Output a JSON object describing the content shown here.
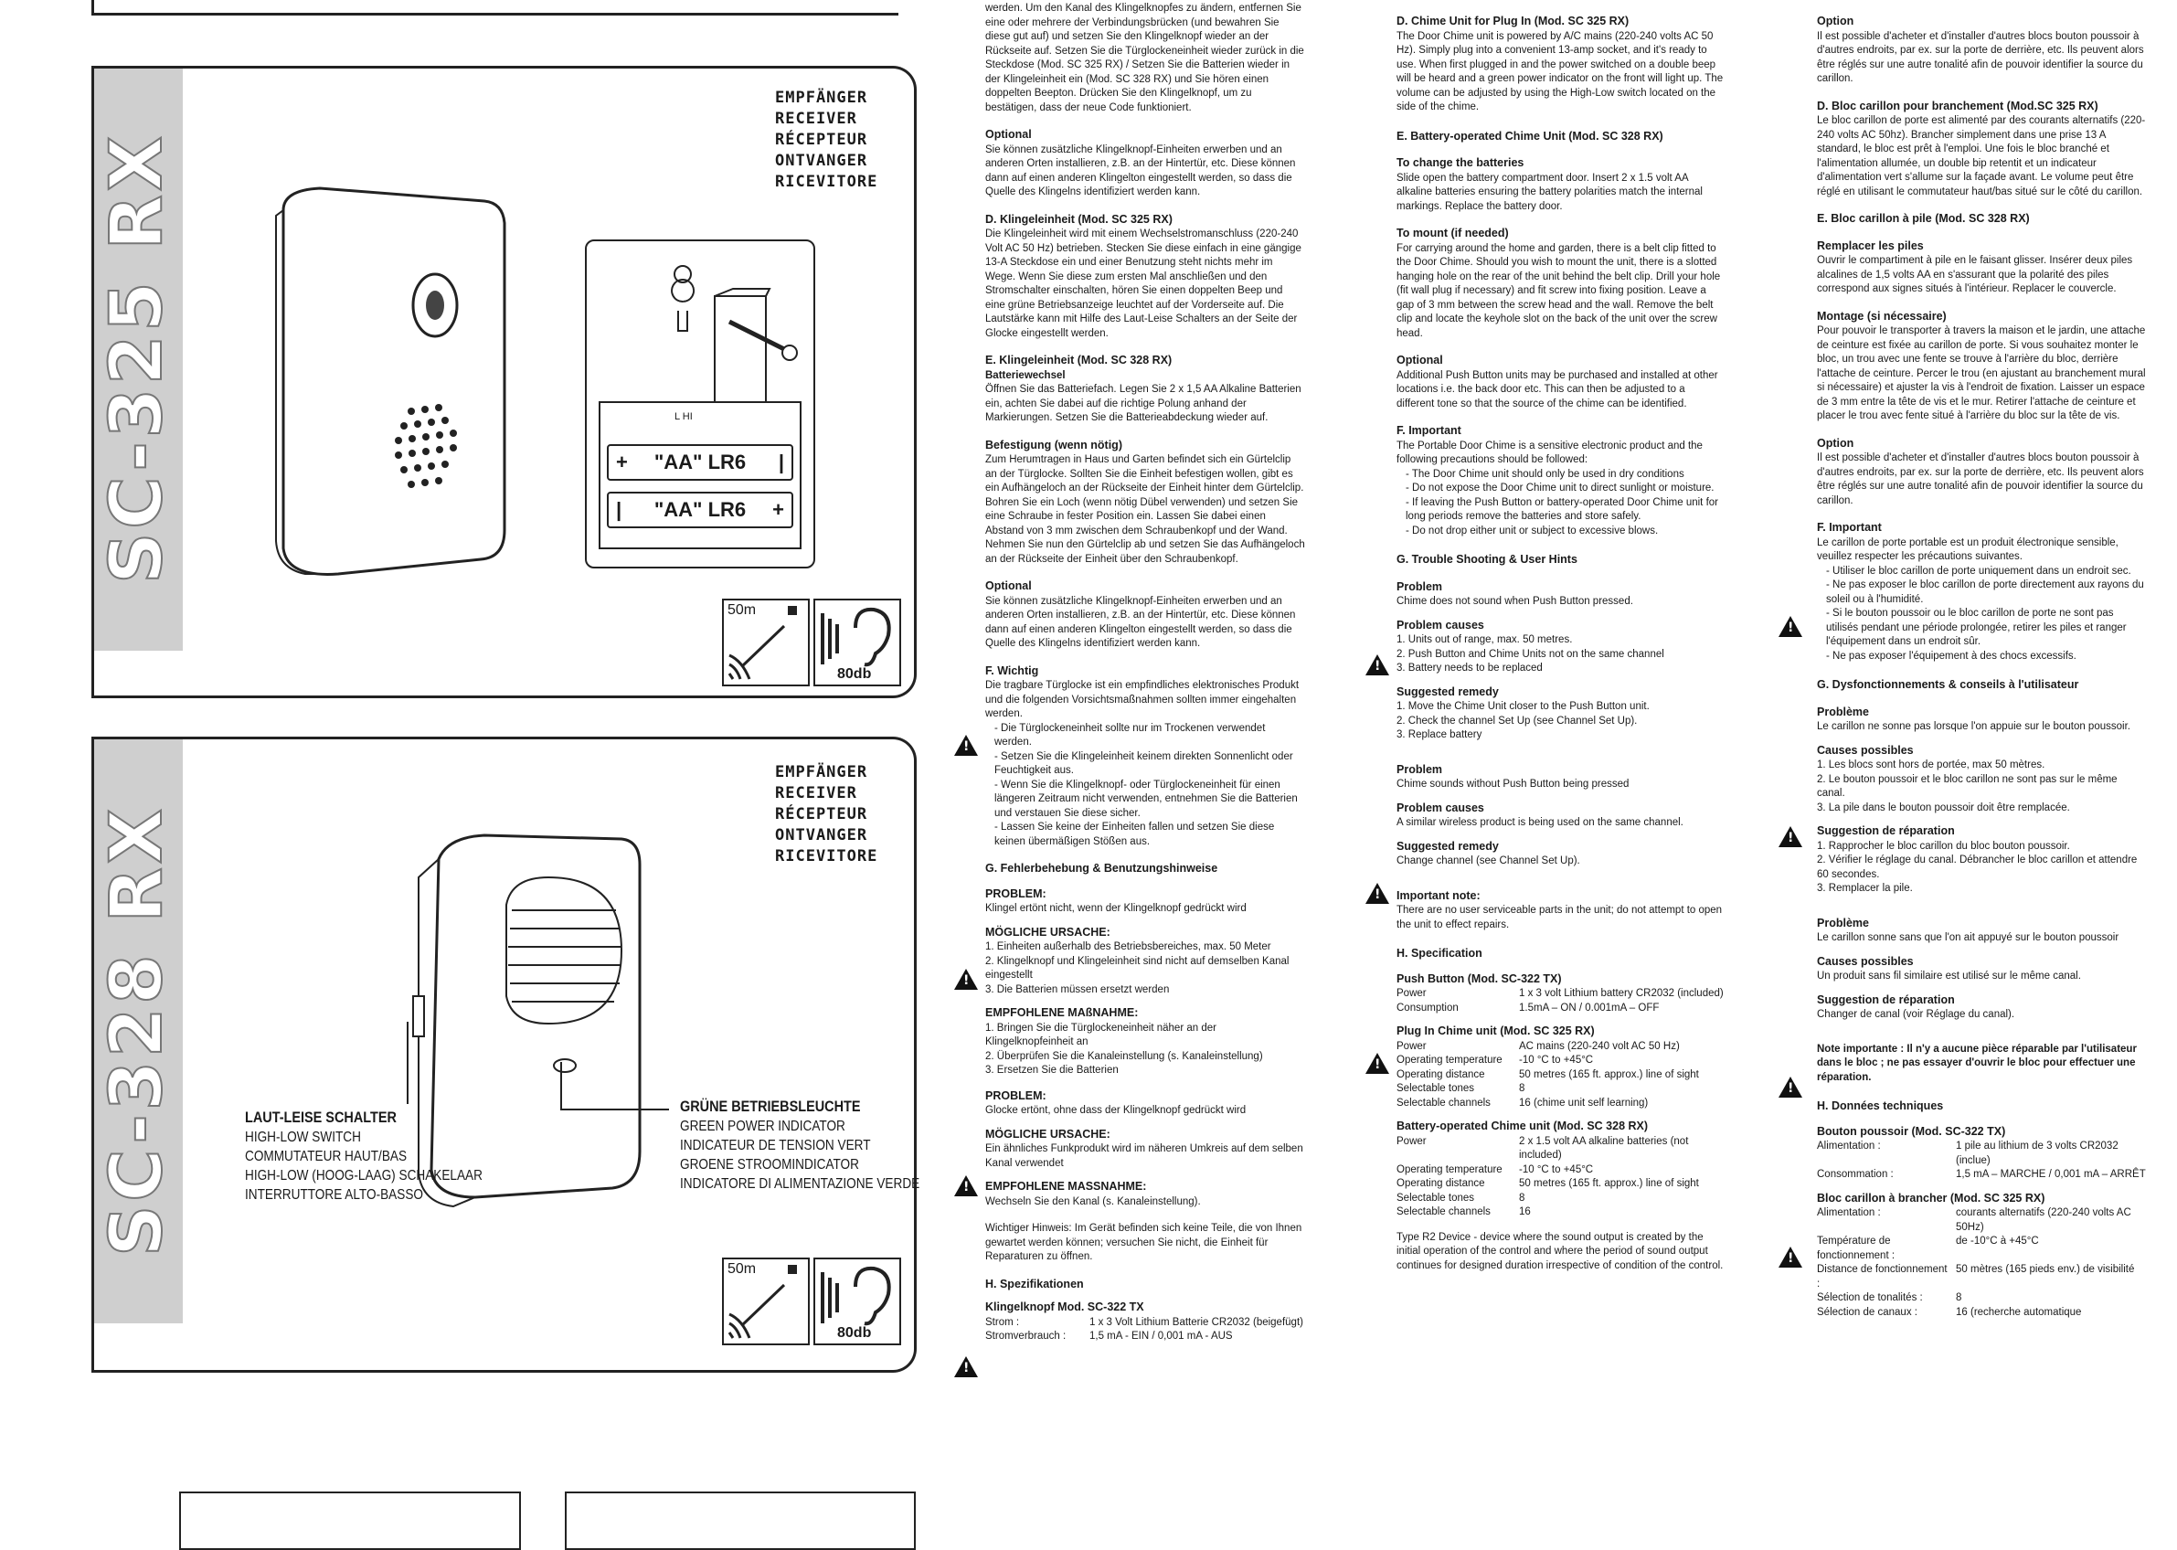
{
  "panels": [
    {
      "model_label": "SC-325 RX",
      "receiver_labels": [
        "EMPFÄNGER",
        "RECEIVER",
        "RÉCEPTEUR",
        "ONTVANGER",
        "RICEVITORE"
      ],
      "battery_labels": [
        "\"AA\" LR6",
        "\"AA\" LR6"
      ],
      "switch_text": "L    HI",
      "range": "50m",
      "volume": "80db"
    },
    {
      "model_label": "SC-328 RX",
      "receiver_labels": [
        "EMPFÄNGER",
        "RECEIVER",
        "RÉCEPTEUR",
        "ONTVANGER",
        "RICEVITORE"
      ],
      "switch_callout": [
        "LAUT-LEISE SCHALTER",
        "HIGH-LOW SWITCH",
        "COMMUTATEUR HAUT/BAS",
        "HIGH-LOW (HOOG-LAAG) SCHAKELAAR",
        "INTERRUTTORE ALTO-BASSO"
      ],
      "led_callout": [
        "GRÜNE BETRIEBSLEUCHTE",
        "GREEN POWER INDICATOR",
        "INDICATEUR DE TENSION VERT",
        "GROENE STROOMINDICATOR",
        "INDICATORE DI ALIMENTAZIONE VERDE"
      ],
      "range": "50m",
      "volume": "80db"
    }
  ],
  "german": {
    "intro": "werden. Um den Kanal des Klingelknopfes zu ändern, entfernen Sie eine oder mehrere der Verbindungsbrücken (und bewahren Sie diese gut auf) und setzen Sie den Klingelknopf wieder an der Rückseite auf. Setzen Sie die Türglockeneinheit wieder zurück in die Steckdose (Mod. SC 325 RX) / Setzen Sie die Batterien wieder in der Klingeleinheit ein (Mod. SC 328 RX) und Sie hören einen doppelten Beepton. Drücken Sie den Klingelknopf, um zu bestätigen, dass der neue Code funktioniert.",
    "optional1_h": "Optional",
    "optional1": "Sie können zusätzliche Klingelknopf-Einheiten erwerben und an anderen Orten installieren, z.B. an der Hintertür, etc. Diese können dann auf einen anderen Klingelton eingestellt werden, so dass die Quelle des Klingelns identifiziert werden kann.",
    "d_h": "D. Klingeleinheit (Mod. SC 325 RX)",
    "d": "Die Klingeleinheit wird mit einem Wechselstromanschluss (220-240 Volt AC 50 Hz) betrieben. Stecken Sie diese einfach in eine gängige 13-A Steckdose ein und einer Benutzung steht nichts mehr im Wege. Wenn Sie diese zum ersten Mal anschließen und den Stromschalter einschalten, hören Sie einen doppelten Beep und eine grüne Betriebsanzeige leuchtet auf der Vorderseite auf. Die Lautstärke kann mit Hilfe des Laut-Leise Schalters an der Seite der Glocke eingestellt werden.",
    "e_h": "E. Klingeleinheit (Mod. SC 328 RX)",
    "e_sub": "Batteriewechsel",
    "e": "Öffnen Sie das Batteriefach. Legen Sie 2 x 1,5 AA Alkaline Batterien ein, achten Sie dabei auf die richtige Polung anhand der Markierungen. Setzen Sie die Batterieabdeckung wieder auf.",
    "mount_h": "Befestigung (wenn nötig)",
    "mount": "Zum Herumtragen in Haus und Garten befindet sich ein Gürtelclip an der Türglocke. Sollten Sie die Einheit befestigen wollen, gibt es ein Aufhängeloch an der Rückseite der Einheit hinter dem Gürtelclip. Bohren Sie ein Loch (wenn nötig Dübel verwenden) und setzen Sie eine Schraube in fester Position ein. Lassen Sie dabei einen Abstand von 3 mm zwischen dem Schraubenkopf und der Wand. Nehmen Sie nun den Gürtelclip ab und setzen Sie das Aufhängeloch an der Rückseite der Einheit über den Schraubenkopf.",
    "optional2_h": "Optional",
    "optional2": "Sie können zusätzliche Klingelknopf-Einheiten erwerben und an anderen Orten installieren, z.B. an der Hintertür, etc. Diese können dann auf einen anderen Klingelton eingestellt werden, so dass die Quelle des Klingelns identifiziert werden kann.",
    "f_h": "F. Wichtig",
    "f": "Die tragbare Türglocke ist ein empfindliches elektronisches Produkt und die folgenden Vorsichtsmaßnahmen sollten immer eingehalten werden.",
    "f_items": [
      "Die Türglockeneinheit sollte nur im Trockenen verwendet werden.",
      "Setzen Sie die Klingeleinheit keinem direkten Sonnenlicht oder Feuchtigkeit aus.",
      "Wenn Sie die Klingelknopf- oder Türglockeneinheit für einen längeren Zeitraum nicht verwenden, entnehmen Sie die Batterien und verstauen Sie diese sicher.",
      "Lassen Sie keine der Einheiten fallen und setzen Sie diese keinen übermäßigen Stößen aus."
    ],
    "g_h": "G. Fehlerbehebung & Benutzungshinweise",
    "p1_h": "PROBLEM:",
    "p1": "Klingel ertönt nicht, wenn der Klingelknopf gedrückt wird",
    "c1_h": "MÖGLICHE URSACHE:",
    "c1": [
      "1. Einheiten außerhalb des Betriebsbereiches, max. 50 Meter",
      "2. Klingelknopf und Klingeleinheit sind nicht auf demselben Kanal eingestellt",
      "3. Die Batterien müssen ersetzt werden"
    ],
    "r1_h": "EMPFOHLENE MAßNAHME:",
    "r1": [
      "1. Bringen Sie die Türglockeneinheit näher an der Klingelknopfeinheit an",
      "2. Überprüfen Sie die Kanaleinstellung (s. Kanaleinstellung)",
      "3. Ersetzen Sie die Batterien"
    ],
    "p2_h": "PROBLEM:",
    "p2": "Glocke ertönt, ohne dass der Klingelknopf gedrückt wird",
    "c2_h": "MÖGLICHE URSACHE:",
    "c2": "Ein ähnliches Funkprodukt wird im näheren Umkreis auf dem selben Kanal verwendet",
    "r2_h": "EMPFOHLENE MASSNAHME:",
    "r2": "Wechseln Sie den Kanal (s. Kanaleinstellung).",
    "note": "Wichtiger Hinweis: Im Gerät befinden sich keine Teile, die von Ihnen gewartet werden können; versuchen Sie nicht, die Einheit für Reparaturen zu öffnen.",
    "h_h": "H. Spezifikationen",
    "spec_h": "Klingelknopf Mod. SC-322 TX",
    "spec": [
      [
        "Strom :",
        "1 x 3 Volt Lithium Batterie CR2032 (beigefügt)"
      ],
      [
        "Stromverbrauch :",
        "1,5 mA - EIN / 0,001 mA - AUS"
      ]
    ]
  },
  "english": {
    "d_h": "D. Chime Unit for Plug In (Mod. SC 325 RX)",
    "d": "The Door Chime unit is powered by A/C mains (220-240 volts AC 50 Hz). Simply plug into a convenient 13-amp socket, and it's ready to use. When first plugged in and the power switched on a double beep will be heard and a green power indicator on the front will light up. The volume can be adjusted by using the High-Low switch located on the side of the chime.",
    "e_h": "E. Battery-operated Chime Unit (Mod. SC 328 RX)",
    "bat_h": "To change the batteries",
    "bat": "Slide open the battery compartment door. Insert 2 x 1.5 volt AA alkaline batteries ensuring the battery polarities match the internal markings. Replace the battery door.",
    "mount_h": "To mount (if needed)",
    "mount": "For carrying around the home and garden, there is a belt clip fitted to the Door Chime. Should you wish to mount the unit, there is a slotted hanging hole on the rear of the unit behind the belt clip. Drill your hole (fit wall plug if necessary) and fit screw into fixing position. Leave a gap of 3 mm between the screw head and the wall. Remove the belt clip and locate the keyhole slot on the back of the unit over the screw head.",
    "opt_h": "Optional",
    "opt": "Additional Push Button units may be purchased and installed at other locations i.e. the back door etc. This can then be adjusted to a different tone so that the source of the chime can be identified.",
    "f_h": "F. Important",
    "f": "The Portable Door Chime is a sensitive electronic product and the following precautions should be followed:",
    "f_items": [
      "The Door Chime unit should only be used in dry conditions",
      "Do not expose the Door Chime unit to direct sunlight or moisture.",
      "If leaving the Push Button or battery-operated Door Chime unit for long periods remove the batteries and store safely.",
      "Do not drop either unit or subject to excessive blows."
    ],
    "g_h": "G. Trouble Shooting & User Hints",
    "p1_h": "Problem",
    "p1": "Chime does not sound when Push Button pressed.",
    "c1_h": "Problem causes",
    "c1": [
      "1. Units out of range, max. 50 metres.",
      "2. Push Button and Chime Units not on the same channel",
      "3. Battery needs to be replaced"
    ],
    "r1_h": "Suggested remedy",
    "r1": [
      "1. Move the Chime Unit closer to the Push Button unit.",
      "2. Check the channel Set Up (see Channel Set Up).",
      "3. Replace battery"
    ],
    "p2_h": "Problem",
    "p2": "Chime sounds without Push Button being pressed",
    "c2_h": "Problem causes",
    "c2": "A similar wireless product is being used on the same channel.",
    "r2_h": "Suggested remedy",
    "r2": "Change channel (see Channel Set Up).",
    "note_h": "Important note:",
    "note": "There are no user serviceable parts in the unit; do not attempt to open the unit to effect repairs.",
    "h_h": "H. Specification",
    "spec1_h": "Push Button (Mod. SC-322 TX)",
    "spec1": [
      [
        "Power",
        "1 x 3 volt Lithium battery CR2032 (included)"
      ],
      [
        "Consumption",
        "1.5mA – ON / 0.001mA – OFF"
      ]
    ],
    "spec2_h": "Plug In Chime unit (Mod. SC 325 RX)",
    "spec2": [
      [
        "Power",
        "AC mains (220-240 volt AC 50 Hz)"
      ],
      [
        "Operating temperature",
        "-10 °C to +45°C"
      ],
      [
        "Operating distance",
        "50 metres (165 ft. approx.) line of sight"
      ],
      [
        "Selectable tones",
        "8"
      ],
      [
        "Selectable channels",
        "16 (chime unit self learning)"
      ]
    ],
    "spec3_h": "Battery-operated Chime unit (Mod. SC 328 RX)",
    "spec3": [
      [
        "Power",
        "2 x 1.5 volt AA alkaline batteries (not included)"
      ],
      [
        "Operating temperature",
        "-10 °C to +45°C"
      ],
      [
        "Operating distance",
        "50 metres (165 ft. approx.) line of sight"
      ],
      [
        "Selectable tones",
        "8"
      ],
      [
        "Selectable channels",
        "16"
      ]
    ],
    "r2_note": "Type R2 Device - device where the sound output is created by the initial operation of the control and where the period of sound output continues for designed duration irrespective of condition of the control."
  },
  "french": {
    "opt1_h": "Option",
    "opt1": "Il est possible d'acheter et d'installer d'autres blocs bouton poussoir à d'autres endroits, par ex. sur la porte de derrière, etc. Ils peuvent alors être réglés sur une autre tonalité afin de pouvoir identifier la source du carillon.",
    "d_h": "D. Bloc carillon pour branchement (Mod.SC 325 RX)",
    "d": "Le bloc carillon de porte est alimenté par des courants alternatifs (220-240 volts AC 50hz). Brancher simplement dans une prise 13 A standard, le bloc est prêt à l'emploi. Une fois le bloc branché et l'alimentation allumée, un double bip retentit et un indicateur d'alimentation vert s'allume sur la façade avant. Le volume peut être réglé en utilisant le commutateur haut/bas situé sur le côté du carillon.",
    "e_h": "E. Bloc carillon à pile (Mod. SC 328 RX)",
    "bat_h": "Remplacer les piles",
    "bat": "Ouvrir le compartiment à pile en le faisant glisser. Insérer deux piles alcalines de 1,5 volts AA en s'assurant que la polarité des piles correspond aux signes situés à l'intérieur. Replacer le couvercle.",
    "mount_h": "Montage (si nécessaire)",
    "mount": "Pour pouvoir le transporter à travers la maison et le jardin, une attache de ceinture est fixée au carillon de porte. Si vous souhaitez monter le bloc, un trou avec une fente se trouve à l'arrière du bloc, derrière l'attache de ceinture. Percer le trou (en ajustant au branchement mural si nécessaire) et ajuster la vis à l'endroit de fixation. Laisser un espace de 3 mm entre la tête de vis et le mur. Retirer l'attache de ceinture et placer le trou avec fente situé à l'arrière du bloc sur la tête de vis.",
    "opt2_h": "Option",
    "opt2": "Il est possible d'acheter et d'installer d'autres blocs bouton poussoir à d'autres endroits, par ex. sur la porte de derrière, etc. Ils peuvent alors être réglés sur une autre tonalité afin de pouvoir identifier la source du carillon.",
    "f_h": "F. Important",
    "f": "Le carillon de porte portable est un produit électronique sensible, veuillez respecter les précautions suivantes.",
    "f_items": [
      "Utiliser le bloc carillon de porte uniquement dans un endroit sec.",
      "Ne pas exposer le bloc carillon de porte directement aux rayons du soleil ou à l'humidité.",
      "Si le bouton poussoir ou le bloc carillon de porte ne sont pas utilisés pendant une période prolongée, retirer les piles et ranger l'équipement dans un endroit sûr.",
      "Ne pas exposer l'équipement à des chocs excessifs."
    ],
    "g_h": "G. Dysfonctionnements & conseils à l'utilisateur",
    "p1_h": "Problème",
    "p1": "Le carillon ne sonne pas lorsque l'on appuie sur le bouton poussoir.",
    "c1_h": "Causes possibles",
    "c1": [
      "1. Les blocs sont hors de portée, max 50 mètres.",
      "2. Le bouton poussoir et le bloc carillon ne sont pas sur le même canal.",
      "3. La pile dans le bouton poussoir doit être remplacée."
    ],
    "r1_h": "Suggestion de réparation",
    "r1": [
      "1. Rapprocher le bloc carillon du bloc bouton poussoir.",
      "2. Vérifier le réglage du canal. Débrancher le bloc carillon et attendre 60 secondes.",
      "3. Remplacer la pile."
    ],
    "p2_h": "Problème",
    "p2": "Le carillon sonne sans que l'on ait appuyé sur le bouton poussoir",
    "c2_h": "Causes possibles",
    "c2": "Un produit sans fil similaire est utilisé sur le même canal.",
    "r2_h": "Suggestion de réparation",
    "r2": "Changer de canal (voir Réglage du canal).",
    "note": "Note importante : Il n'y a aucune pièce réparable par l'utilisateur dans le bloc ; ne pas essayer d'ouvrir le bloc pour effectuer une réparation.",
    "h_h": "H. Données techniques",
    "spec1_h": "Bouton poussoir (Mod. SC-322 TX)",
    "spec1": [
      [
        "Alimentation :",
        "1 pile au lithium de 3 volts CR2032 (inclue)"
      ],
      [
        "Consommation :",
        "1,5 mA – MARCHE / 0,001 mA – ARRÊT"
      ]
    ],
    "spec2_h": "Bloc carillon à brancher (Mod. SC 325 RX)",
    "spec2": [
      [
        "Alimentation :",
        "courants alternatifs (220-240 volts AC 50Hz)"
      ],
      [
        "Température de fonctionnement :",
        "de -10°C à +45°C"
      ],
      [
        "Distance de fonctionnement :",
        "50 mètres (165 pieds env.) de visibilité"
      ],
      [
        "Sélection de tonalités :",
        "8"
      ],
      [
        "Sélection de canaux :",
        "16 (recherche automatique"
      ]
    ]
  }
}
